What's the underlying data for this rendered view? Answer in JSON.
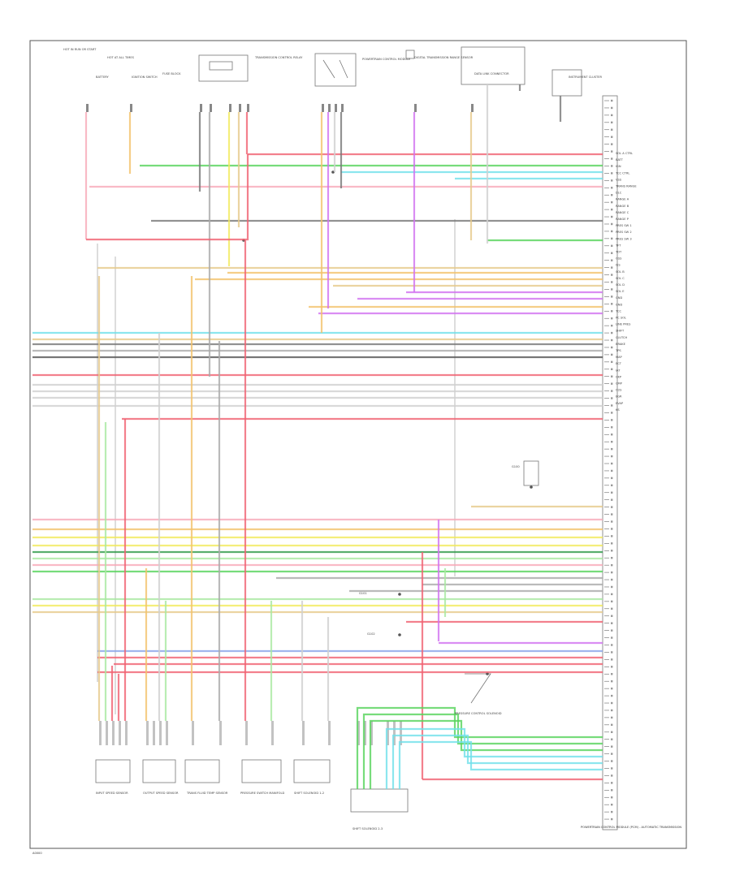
{
  "colors": {
    "red": "#f06070",
    "pink": "#f7a9b8",
    "orange": "#f3c26a",
    "tan": "#e6c98a",
    "yellow": "#f1ea5a",
    "green": "#55d35a",
    "lightgreen": "#a7e8a0",
    "darkgreen": "#2f9a4a",
    "cyan": "#6fe0ea",
    "blue": "#8aa4e8",
    "purple": "#d170f0",
    "gray": "#a9a9a9",
    "dkgray": "#777777",
    "black": "#555555",
    "white": "#d0d0d0",
    "brown": "#b58a55"
  },
  "header_labels": [
    "HOT IN RUN OR START",
    "HOT AT ALL TIMES",
    "BATTERY",
    "IGNITION SWITCH",
    "FUSE BLOCK",
    "TRANSMISSION CONTROL RELAY",
    "POWERTRAIN CONTROL MODULE",
    "DIGITAL TRANSMISSION RANGE SENSOR",
    "DATA LINK CONNECTOR",
    "INSTRUMENT CLUSTER"
  ],
  "pcm_pins": [
    "SOL A CTRL",
    "BATT",
    "IGN",
    "TCC CTRL",
    "VSS",
    "TRANS RANGE",
    "DLC",
    "RANGE A",
    "RANGE B",
    "RANGE C",
    "RANGE P",
    "PRES SW 1",
    "PRES SW 2",
    "PRES SW 3",
    "TFT",
    "TOT",
    "OSS",
    "ISS",
    "SOL B",
    "SOL C",
    "SOL D",
    "SOL E",
    "GND",
    "GND",
    "TCC",
    "PC SOL",
    "LINE PRES",
    "SHIFT",
    "CLUTCH",
    "BRAKE",
    "TPS",
    "MAP",
    "ECT",
    "IAT",
    "CKP",
    "CMP",
    "O2S",
    "EGR",
    "EVAP",
    "KS"
  ],
  "ground_labels": [
    "G100",
    "G101",
    "G102"
  ],
  "bottom_components": [
    "INPUT SPEED SENSOR",
    "OUTPUT SPEED SENSOR",
    "TRANS FLUID TEMP SENSOR",
    "PRESSURE SWITCH MANIFOLD",
    "SHIFT SOLENOID 1-2",
    "SHIFT SOLENOID 2-3",
    "PRESSURE CONTROL SOLENOID"
  ],
  "footer_title": "POWERTRAIN CONTROL MODULE (PCM) - AUTOMATIC TRANSMISSION",
  "corner_code": "A0000"
}
